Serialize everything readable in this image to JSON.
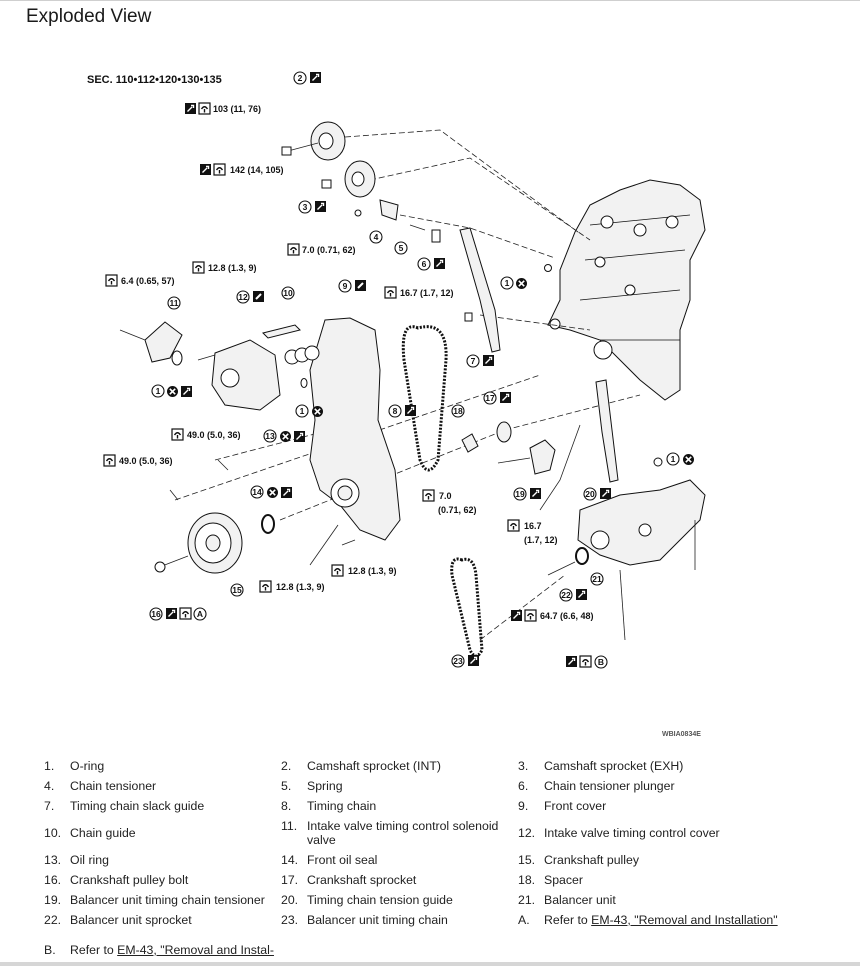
{
  "page": {
    "title": "Exploded View"
  },
  "diagram": {
    "section": "SEC. 110•112•120•130•135",
    "figure_id": "WBIA0834E",
    "torques": {
      "t103": "103 (11, 76)",
      "t142": "142 (14, 105)",
      "t7a": "7.0 (0.71, 62)",
      "t128a": "12.8 (1.3, 9)",
      "t64": "6.4 (0.65, 57)",
      "t167a": "16.7 (1.7, 12)",
      "t49a": "49.0 (5.0, 36)",
      "t49b": "49.0 (5.0, 36)",
      "t7b_line1": "7.0",
      "t7b_line2": "(0.71, 62)",
      "t167b_line1": "16.7",
      "t167b_line2": "(1.7, 12)",
      "t128b": "12.8 (1.3, 9)",
      "t128c": "12.8 (1.3, 9)",
      "t647": "64.7 (6.6, 48)"
    },
    "callouts": [
      "1",
      "2",
      "3",
      "4",
      "5",
      "6",
      "7",
      "8",
      "9",
      "10",
      "11",
      "12",
      "13",
      "14",
      "15",
      "16",
      "17",
      "18",
      "19",
      "20",
      "21",
      "22",
      "23",
      "A",
      "B"
    ]
  },
  "legend": {
    "rows": [
      [
        {
          "n": "1.",
          "t": "O-ring"
        },
        {
          "n": "2.",
          "t": "Camshaft sprocket (INT)"
        },
        {
          "n": "3.",
          "t": "Camshaft sprocket (EXH)"
        }
      ],
      [
        {
          "n": "4.",
          "t": "Chain tensioner"
        },
        {
          "n": "5.",
          "t": "Spring"
        },
        {
          "n": "6.",
          "t": "Chain tensioner plunger"
        }
      ],
      [
        {
          "n": "7.",
          "t": "Timing chain slack guide"
        },
        {
          "n": "8.",
          "t": "Timing chain"
        },
        {
          "n": "9.",
          "t": "Front cover"
        }
      ],
      [
        {
          "n": "10.",
          "t": "Chain guide"
        },
        {
          "n": "11.",
          "t": "Intake valve timing control solenoid valve"
        },
        {
          "n": "12.",
          "t": "Intake valve timing control cover"
        }
      ],
      [
        {
          "n": "13.",
          "t": "Oil ring"
        },
        {
          "n": "14.",
          "t": "Front oil seal"
        },
        {
          "n": "15.",
          "t": "Crankshaft pulley"
        }
      ],
      [
        {
          "n": "16.",
          "t": "Crankshaft pulley bolt"
        },
        {
          "n": "17.",
          "t": "Crankshaft sprocket"
        },
        {
          "n": "18.",
          "t": "Spacer"
        }
      ],
      [
        {
          "n": "19.",
          "t": "Balancer unit timing chain tensioner"
        },
        {
          "n": "20.",
          "t": "Timing chain tension guide"
        },
        {
          "n": "21.",
          "t": "Balancer unit"
        }
      ],
      [
        {
          "n": "22.",
          "t": "Balancer unit sprocket"
        },
        {
          "n": "23.",
          "t": "Balancer unit timing chain"
        },
        {
          "n": "A.",
          "pre": "Refer to ",
          "link": "EM-43, \"Removal and Installation\""
        }
      ]
    ],
    "last": {
      "n": "B.",
      "pre": "Refer to ",
      "link": "EM-43, \"Removal and Instal-"
    }
  }
}
